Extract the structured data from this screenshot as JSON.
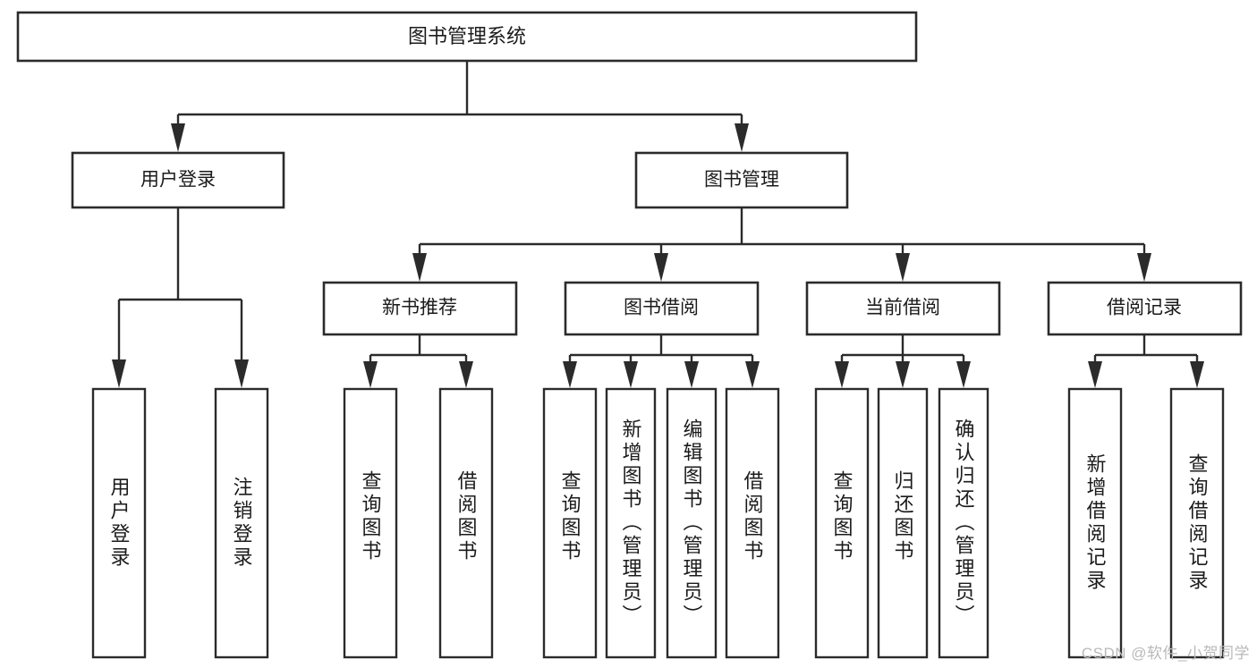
{
  "diagram": {
    "kind": "functional-decomposition-tree",
    "root": {
      "id": "root",
      "label": "图书管理系统"
    },
    "level2": [
      {
        "id": "user-login",
        "label": "用户登录"
      },
      {
        "id": "book-manage",
        "label": "图书管理"
      }
    ],
    "level3": [
      {
        "id": "new-book-recommend",
        "label": "新书推荐"
      },
      {
        "id": "book-borrow",
        "label": "图书借阅"
      },
      {
        "id": "current-borrow",
        "label": "当前借阅"
      },
      {
        "id": "borrow-record",
        "label": "借阅记录"
      }
    ],
    "leaves": {
      "user_login": [
        {
          "id": "leaf-user-login",
          "label": "用户登录"
        },
        {
          "id": "leaf-logout-login",
          "label": "注销登录"
        }
      ],
      "new_book_recommend": [
        {
          "id": "leaf-query-book-1",
          "label": "查询图书"
        },
        {
          "id": "leaf-borrow-book-1",
          "label": "借阅图书"
        }
      ],
      "book_borrow": [
        {
          "id": "leaf-query-book-2",
          "label": "查询图书"
        },
        {
          "id": "leaf-add-book",
          "label": "新增图书（管理员）"
        },
        {
          "id": "leaf-edit-book",
          "label": "编辑图书（管理员）"
        },
        {
          "id": "leaf-borrow-book-2",
          "label": "借阅图书"
        }
      ],
      "current_borrow": [
        {
          "id": "leaf-query-book-3",
          "label": "查询图书"
        },
        {
          "id": "leaf-return-book",
          "label": "归还图书"
        },
        {
          "id": "leaf-confirm-return",
          "label": "确认归还（管理员）"
        }
      ],
      "borrow_record": [
        {
          "id": "leaf-add-record",
          "label": "新增借阅记录"
        },
        {
          "id": "leaf-query-record",
          "label": "查询借阅记录"
        }
      ]
    }
  },
  "watermark": {
    "text": "CSDN @软件_小贺同学"
  },
  "colors": {
    "background": "#ffffff",
    "box_fill": "#ffffff",
    "box_stroke": "#2b2b2b",
    "text": "#1b1b1b",
    "watermark": "#b9b9b9"
  }
}
